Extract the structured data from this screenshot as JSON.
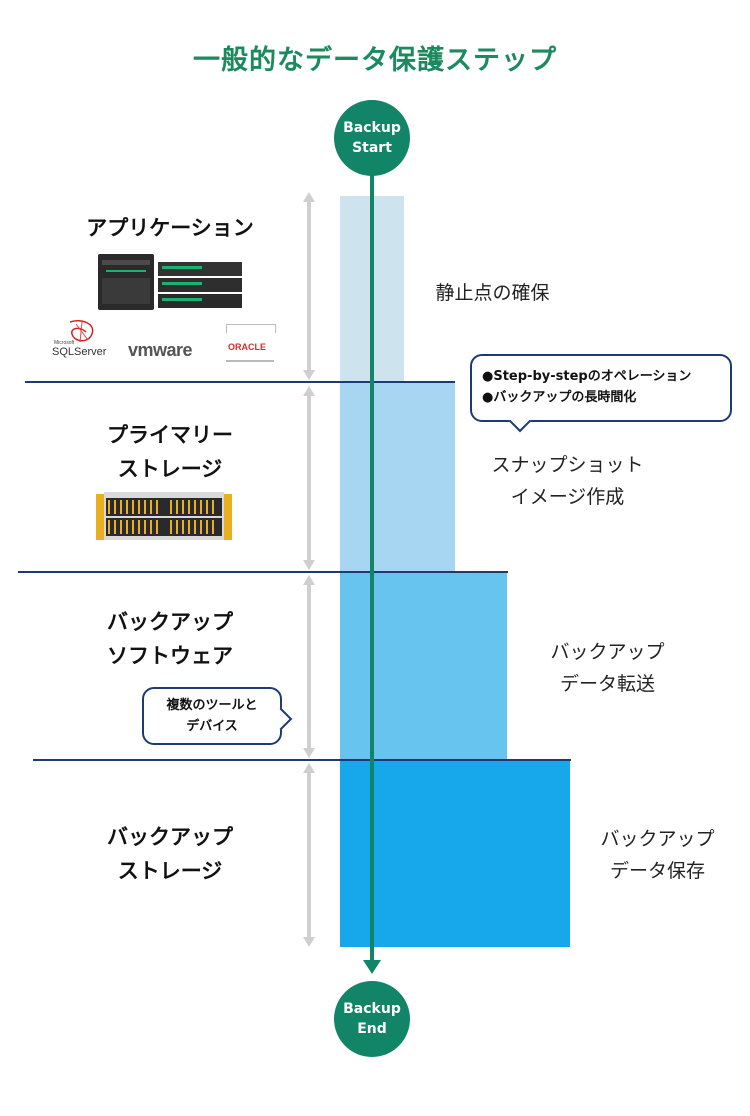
{
  "title": "一般的なデータ保護ステップ",
  "flow": {
    "start_line1": "Backup",
    "start_line2": "Start",
    "end_line1": "Backup",
    "end_line2": "End"
  },
  "layers": [
    {
      "line1": "アプリケーション",
      "line2": ""
    },
    {
      "line1": "プライマリー",
      "line2": "ストレージ"
    },
    {
      "line1": "バックアップ",
      "line2": "ソフトウェア"
    },
    {
      "line1": "バックアップ",
      "line2": "ストレージ"
    }
  ],
  "steps": [
    {
      "line1": "静止点の確保",
      "line2": ""
    },
    {
      "line1": "スナップショット",
      "line2": "イメージ作成"
    },
    {
      "line1": "バックアップ",
      "line2": "データ転送"
    },
    {
      "line1": "バックアップ",
      "line2": "データ保存"
    }
  ],
  "callouts": {
    "snapshot": [
      "●Step-by-stepのオペレーション",
      "●バックアップの長時間化"
    ],
    "tools": [
      "複数のツールと",
      "デバイス"
    ]
  },
  "logos": {
    "sql_small": "Microsoft",
    "sql": "SQLServer",
    "vmware": "vmware",
    "oracle": "ORACLE"
  },
  "colors": {
    "accent": "#128467",
    "divider": "#1e3a72",
    "bar1": "#cde4ef",
    "bar2": "#a6d6f2",
    "bar3": "#66c4ee",
    "bar4": "#16a8eb"
  }
}
